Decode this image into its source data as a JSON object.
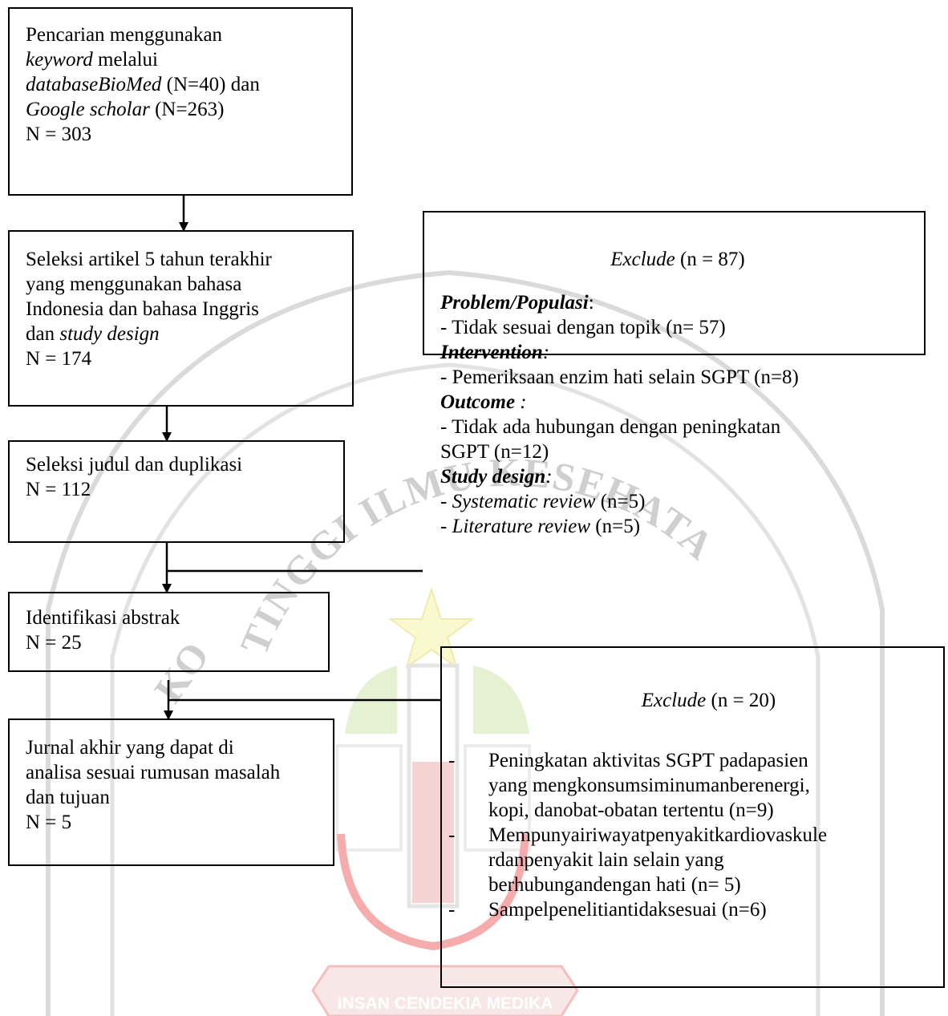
{
  "watermark": {
    "arc_text": "TINGGI ILMU KESEHATAN",
    "left_text": "KO",
    "banner_text": "INSAN CENDEKIA MEDIKA"
  },
  "box1": {
    "line1": "Pencarian menggunakan",
    "line2_italic": "keyword",
    "line2_rest": " melalui",
    "line3_italic": "databaseBioMed",
    "line3_rest": " (N=40) dan",
    "line4_italic": "Google scholar",
    "line4_rest": " (N=263)",
    "line5": "N  = 303"
  },
  "box2": {
    "line1": "Seleksi artikel 5 tahun terakhir",
    "line2": "yang menggunakan bahasa",
    "line3": "Indonesia dan bahasa Inggris",
    "line4_pre": "dan ",
    "line4_italic": "study design",
    "line5": "N = 174"
  },
  "box3": {
    "line1": "Seleksi judul dan duplikasi",
    "line2": "N = 112"
  },
  "box4": {
    "line1": "Identifikasi abstrak",
    "line2": "N = 25"
  },
  "box5": {
    "line1": "Jurnal akhir yang dapat di",
    "line2": "analisa sesuai rumusan masalah",
    "line3": "dan tujuan",
    "line4": "N = 5"
  },
  "exclude1": {
    "title_italic": "Exclude",
    "title_rest": " (n = 87)",
    "problem_label": "Problem/Populasi",
    "problem_colon": ":",
    "problem_item": "- Tidak sesuai dengan topik (n= 57)",
    "intervention_label": "Intervention",
    "intervention_colon": ":",
    "intervention_item": "- Pemeriksaan enzim hati selain SGPT (n=8)",
    "outcome_label": "Outcome",
    "outcome_colon": " :",
    "outcome_item_line1": "- Tidak ada hubungan dengan peningkatan",
    "outcome_item_line2": "SGPT (n=12)",
    "study_label": "Study design",
    "study_colon": ":",
    "study_item1_pre": "- ",
    "study_item1_italic": "Systematic review",
    "study_item1_rest": " (n=5)",
    "study_item2_pre": "- ",
    "study_item2_italic": "Literature review",
    "study_item2_rest": " (n=5)"
  },
  "exclude2": {
    "title_italic": "Exclude",
    "title_rest": " (n = 20)",
    "items": [
      {
        "dash": "-",
        "line1": "Peningkatan aktivitas SGPT padapasien",
        "line2": "yang mengkonsumsiminumanberenergi,",
        "line3": "kopi, danobat-obatan tertentu (n=9)"
      },
      {
        "dash": "-",
        "line1": "Mempunyairiwayatpenyakitkardiovaskule",
        "line2": "rdanpenyakit lain selain yang",
        "line3": "berhubungandengan hati (n= 5)"
      },
      {
        "dash": "-",
        "line1": "Sampelpenelitiantidaksesuai (n=6)"
      }
    ]
  }
}
